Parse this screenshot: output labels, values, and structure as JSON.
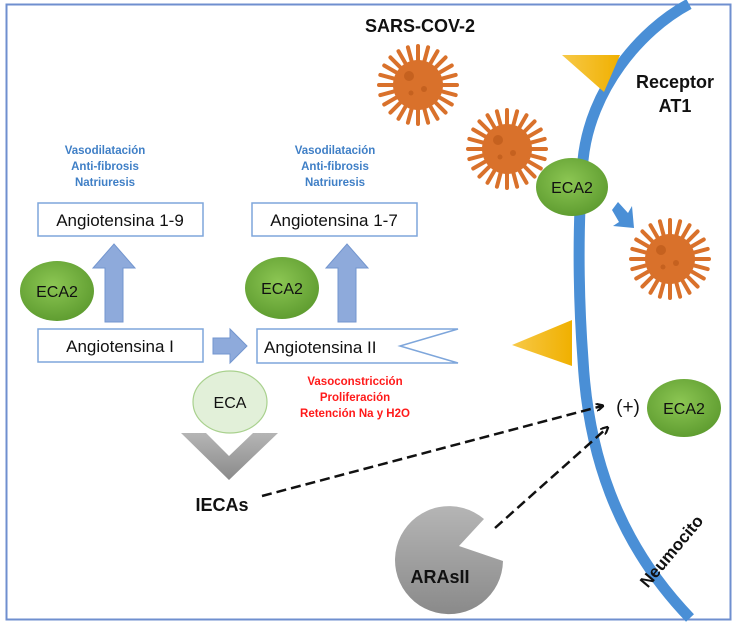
{
  "title": "SARS-COV-2",
  "colors": {
    "frame": "#6f8fcf",
    "box_border": "#7ea6db",
    "blue_arrow": "#8eaadb",
    "membrane": "#4a8fd6",
    "ecа2_green": "#6aaa3a",
    "eca_light_green": "#e2f0d9",
    "virus_orange": "#d9712b",
    "receptor_yellow": "#f2b705",
    "inhibitor_gray": "#9e9e9e",
    "effect_blue": "#3f7fc6",
    "effect_red": "#ff1a1a"
  },
  "boxes": {
    "ang19": "Angiotensina 1-9",
    "ang17": "Angiotensina 1-7",
    "ang1": "Angiotensina I",
    "ang2": "Angiotensina II"
  },
  "effects_left": [
    "Vasodilatación",
    "Anti-fibrosis",
    "Natriuresis"
  ],
  "effects_mid": [
    "Vasodilatación",
    "Anti-fibrosis",
    "Natriuresis"
  ],
  "effects_red": [
    "Vasoconstricción",
    "Proliferación",
    "Retención Na y H2O"
  ],
  "enzymes": {
    "eca2_left": "ECA2",
    "eca2_mid": "ECA2",
    "eca2_membrane": "ECA2",
    "eca2_right": "ECA2",
    "eca": "ECA"
  },
  "labels": {
    "receptor_line1": "Receptor",
    "receptor_line2": "AT1",
    "iecas": "IECAs",
    "arasii": "ARAsII",
    "plus": "(+)",
    "neumocito": "Neumocito"
  }
}
